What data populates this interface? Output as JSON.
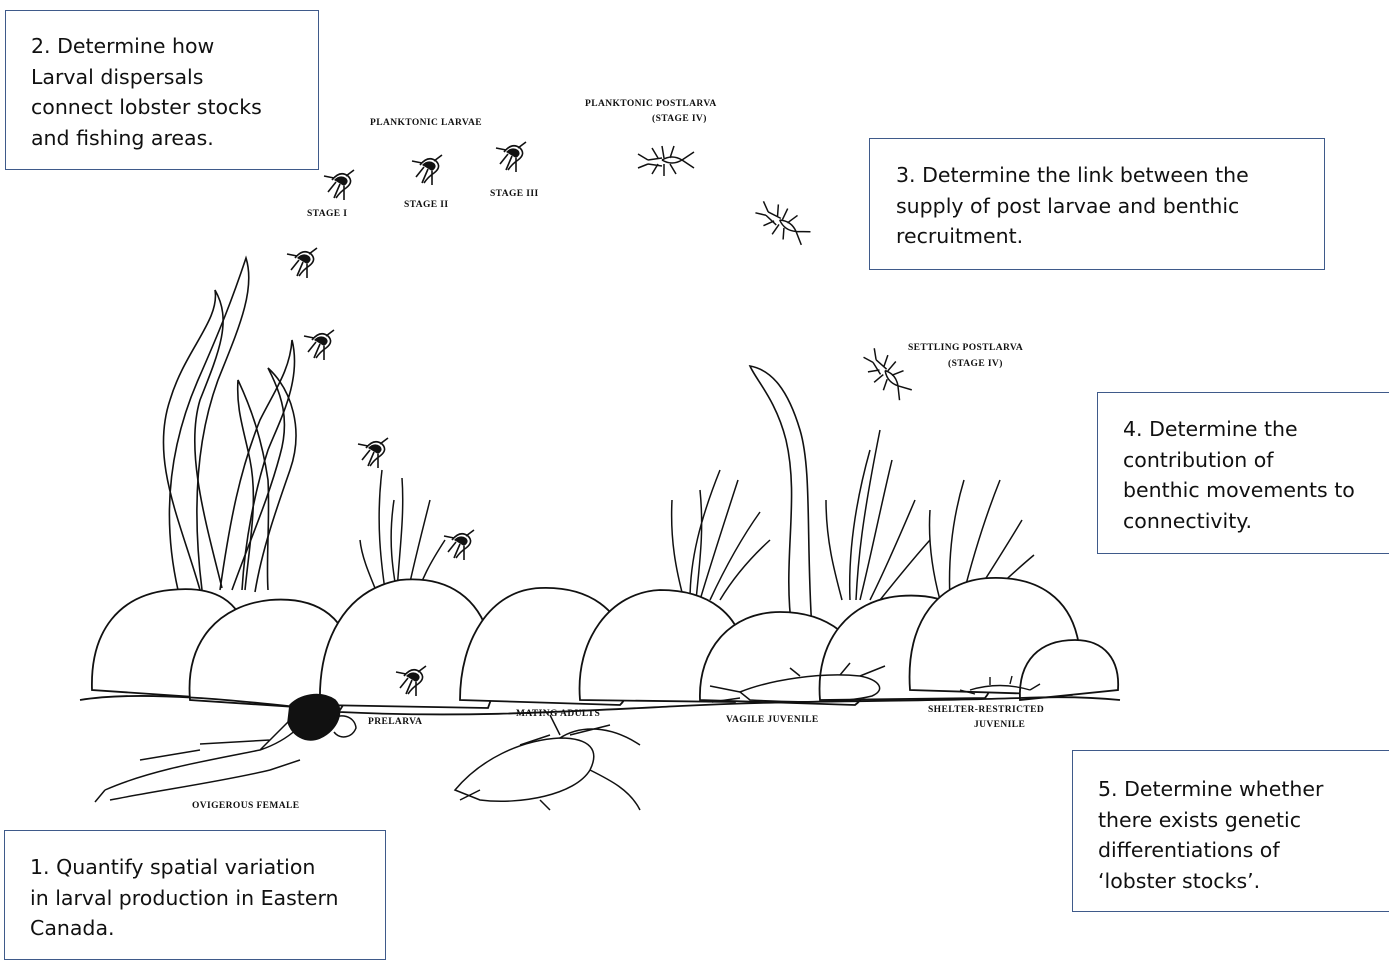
{
  "boxes": {
    "box1": "1. Quantify spatial variation\nin larval production in Eastern\nCanada.",
    "box2": "2. Determine how\nLarval dispersals\nconnect lobster stocks\nand fishing areas.",
    "box3": "3.  Determine the link between the\nsupply of post larvae and benthic\nrecruitment.",
    "box4": "4.  Determine the\ncontribution of\nbenthic movements to\nconnectivity.",
    "box5": "5.  Determine whether\nthere exists genetic\ndifferentiations of\n‘lobster stocks’."
  },
  "labels": {
    "planktonic_larvae": "PLANKTONIC LARVAE",
    "planktonic_postlarva_1": "PLANKTONIC POSTLARVA",
    "planktonic_postlarva_2": "(STAGE IV)",
    "stage1": "STAGE I",
    "stage2": "STAGE II",
    "stage3": "STAGE III",
    "settling_postlarva_1": "SETTLING POSTLARVA",
    "settling_postlarva_2": "(STAGE IV)",
    "prelarva": "PRELARVA",
    "mating_adults": "MATING ADULTS",
    "vagile_juvenile": "VAGILE JUVENILE",
    "shelter_restricted_1": "SHELTER-RESTRICTED",
    "shelter_restricted_2": "JUVENILE",
    "ovigerous_female": "OVIGEROUS FEMALE"
  },
  "icons": [
    "kelp-icon",
    "seagrass-icon",
    "rock-icon",
    "larva-icon",
    "postlarva-icon",
    "lobster-icon"
  ]
}
